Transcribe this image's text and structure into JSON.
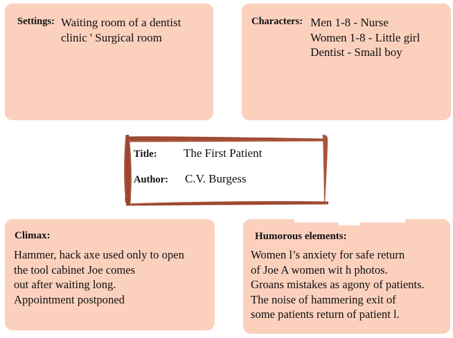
{
  "theme": {
    "card_fill": "#fbd1be",
    "brush_stroke": "#a9543c",
    "paper": "#ffffff",
    "text": "#100f0f"
  },
  "cards": {
    "settings": {
      "label": "Settings:",
      "value": "Waiting room of a dentist\nclinic ' Surgical room"
    },
    "characters": {
      "label": "Characters:",
      "value": "Men 1-8 - Nurse\nWomen 1-8 - Little girl\nDentist - Small boy"
    },
    "climax": {
      "heading": "Climax:",
      "body": "Hammer, hack axe used only to open\nthe tool cabinet Joe comes\nout after waiting long.\nAppointment postponed"
    },
    "humorous": {
      "heading": "Humorous elements:",
      "body": "Women l’s anxiety  for safe return\nof Joe A women wit h photos.\nGroans mistakes as agony of patients.\nThe noise of hammering exit of\nsome patients return of patient l."
    }
  },
  "title_panel": {
    "title_label": "Title:",
    "title_value": "The First Patient",
    "author_label": "Author:",
    "author_value": "C.V. Burgess"
  }
}
